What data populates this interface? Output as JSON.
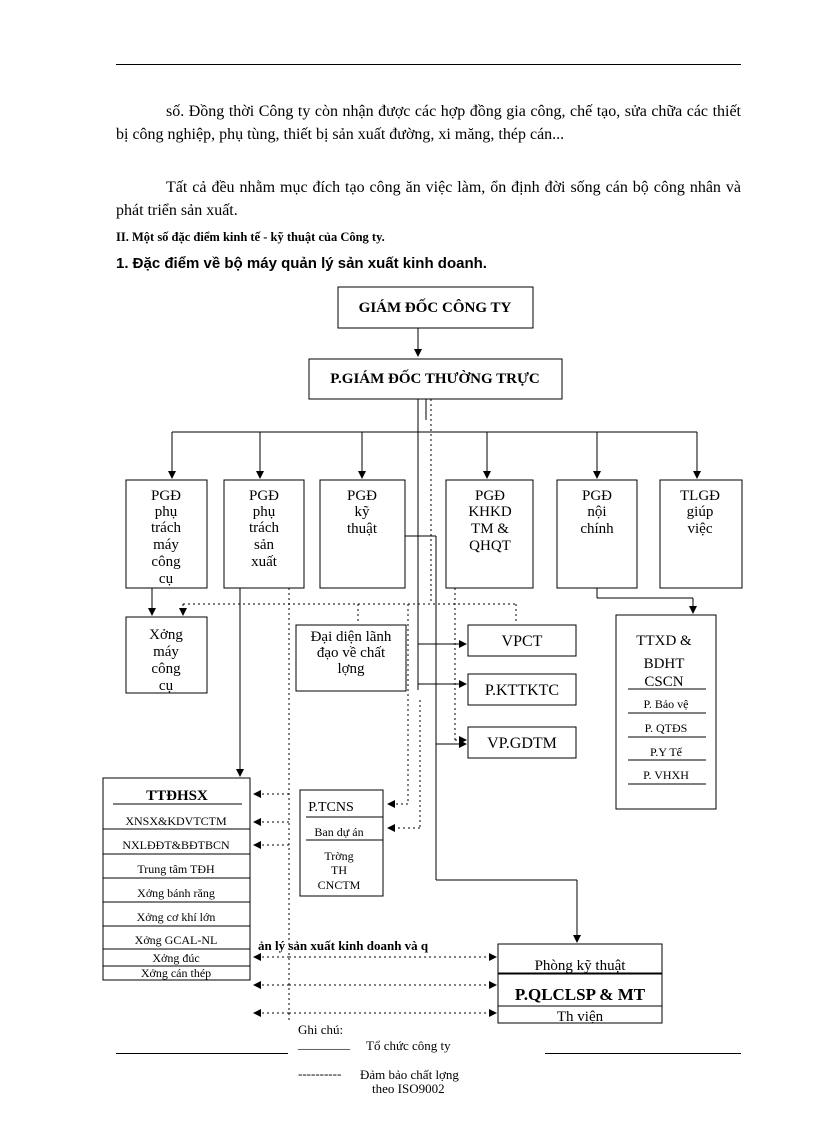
{
  "paragraphs": [
    "số. Đồng thời Công ty còn nhận được các hợp đồng gia công, chế tạo, sửa chữa các thiết bị công nghiệp, phụ tùng, thiết bị sản xuất đường, xi măng, thép cán...",
    "Tất cả đều nhằm mục đích tạo công ăn việc làm, ổn định đời sống cán bộ công nhân và phát triển sản xuất."
  ],
  "section_heading": "II. Một số đặc điểm kinh tế - kỹ thuật của Công ty.",
  "subsection_heading": "1. Đặc điểm về bộ máy quản lý sản xuất kinh doanh.",
  "org_chart": {
    "director": "GIÁM ĐỐC CÔNG TY",
    "standing_deputy": "P.GIÁM ĐỐC THƯỜNG TRỰC",
    "deputies": {
      "machine_tools": [
        "PGĐ",
        "phụ",
        "trách",
        "máy",
        "công",
        "cụ"
      ],
      "production": [
        "PGĐ",
        "phụ",
        "trách",
        "sản",
        "xuất"
      ],
      "technical": [
        "PGĐ",
        "kỹ",
        "thuật"
      ],
      "business": [
        "PGĐ",
        "KHKD",
        "TM &",
        "QHQT"
      ],
      "internal": [
        "PGĐ",
        "nội",
        "chính"
      ],
      "assistant": [
        "TLGĐ",
        "giúp",
        "việc"
      ]
    },
    "machine_workshop": [
      "Xởng",
      "máy",
      "công",
      "cụ"
    ],
    "quality_rep": [
      "Đại diện lãnh",
      "đạo về chất",
      "lợng"
    ],
    "vpct": "VPCT",
    "kttktc": "P.KTTKTC",
    "vpgdtm": "VP.GDTM",
    "ttxd_title": [
      "TTXD &",
      "BDHT",
      "CSCN"
    ],
    "ttxd_items": [
      "P. Bảo vệ",
      "P. QTĐS",
      "P.Y Tế",
      "P. VHXH"
    ],
    "ttdhsx_title": "TTĐHSX",
    "ttdhsx_items": [
      "XNSX&KDVTCTM",
      "NXLĐĐT&BĐTBCN",
      "Trung tâm TĐH",
      "Xởng   bánh răng",
      "Xởng   cơ khí lớn",
      "Xởng   GCAL-NL",
      "Xởng   đúc",
      "Xởng   cán thép"
    ],
    "tcns": "P.TCNS",
    "ban_du_an": "Ban dự án",
    "school": [
      "Trờng",
      "TH",
      "CNCTM"
    ],
    "overlap_text": "ản lý sản xuất kinh doanh và q",
    "tech_room": "Phòng kỹ thuật",
    "qlclsp": "P.QLCLSP & MT",
    "library": "Th   viện"
  },
  "legend": {
    "title": "Ghi chú:",
    "solid_marker": "________",
    "solid_label": "Tổ chức công ty",
    "dashed_marker": "----------",
    "dashed_label": "Đảm bảo chất lợng",
    "dashed_label2": "theo ISO9002"
  }
}
